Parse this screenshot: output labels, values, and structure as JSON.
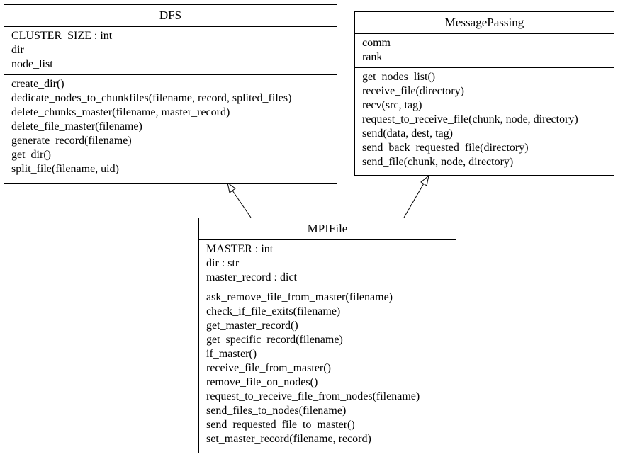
{
  "classes": {
    "dfs": {
      "name": "DFS",
      "attributes": [
        "CLUSTER_SIZE : int",
        "dir",
        "node_list"
      ],
      "methods": [
        "create_dir()",
        "dedicate_nodes_to_chunkfiles(filename, record, splited_files)",
        "delete_chunks_master(filename, master_record)",
        "delete_file_master(filename)",
        "generate_record(filename)",
        "get_dir()",
        "split_file(filename, uid)"
      ]
    },
    "messagepassing": {
      "name": "MessagePassing",
      "attributes": [
        "comm",
        "rank"
      ],
      "methods": [
        "get_nodes_list()",
        "receive_file(directory)",
        "recv(src, tag)",
        "request_to_receive_file(chunk, node, directory)",
        "send(data, dest, tag)",
        "send_back_requested_file(directory)",
        "send_file(chunk, node, directory)"
      ]
    },
    "mpifile": {
      "name": "MPIFile",
      "attributes": [
        "MASTER : int",
        "dir : str",
        "master_record : dict"
      ],
      "methods": [
        "ask_remove_file_from_master(filename)",
        "check_if_file_exits(filename)",
        "get_master_record()",
        "get_specific_record(filename)",
        "if_master()",
        "receive_file_from_master()",
        "remove_file_on_nodes()",
        "request_to_receive_file_from_nodes(filename)",
        "send_files_to_nodes(filename)",
        "send_requested_file_to_master()",
        "set_master_record(filename, record)"
      ]
    }
  },
  "relationships": [
    {
      "type": "inheritance",
      "from": "MPIFile",
      "to": "DFS"
    },
    {
      "type": "inheritance",
      "from": "MPIFile",
      "to": "MessagePassing"
    }
  ]
}
